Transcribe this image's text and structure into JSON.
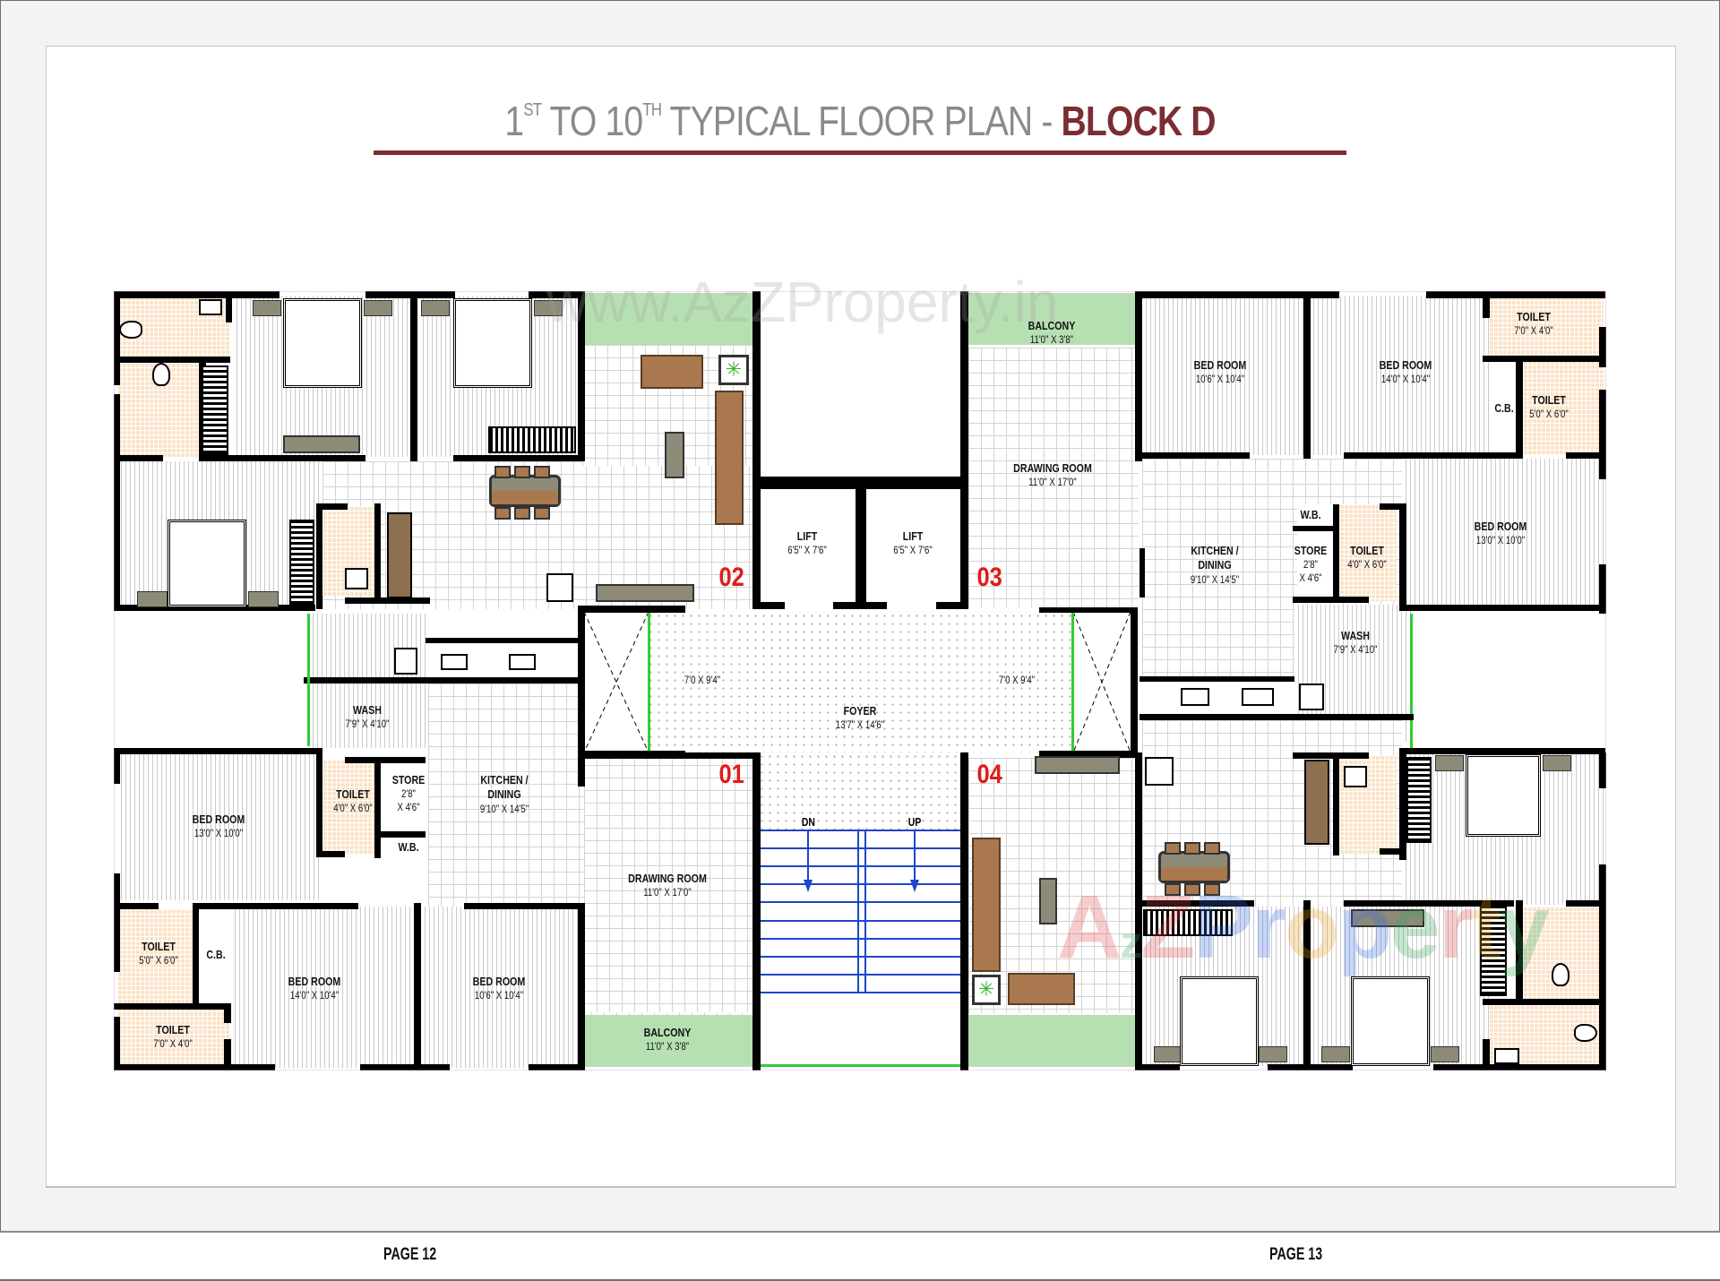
{
  "title": {
    "prefix_num1": "1",
    "sup1": "ST",
    "mid": " TO 10",
    "sup2": "TH",
    "rest": " TYPICAL FLOOR PLAN - ",
    "block": "BLOCK D",
    "accent_color": "#7b2d33"
  },
  "watermark": {
    "top": "www.AzZProperty.in",
    "bottom": "AzZProperty"
  },
  "units": [
    "01",
    "02",
    "03",
    "04"
  ],
  "rooms": {
    "u02_bed_left": {
      "name": "",
      "dim": ""
    },
    "u01_bed1": {
      "name": "BED ROOM",
      "dim": "13'0\" X 10'0\""
    },
    "u01_toilet_a": {
      "name": "TOILET",
      "dim": "4'0\" X 6'0\""
    },
    "u01_store": {
      "name": "STORE",
      "dim1": "2'8\"",
      "dim2": "X 4'6\""
    },
    "u01_wb": {
      "name": "W.B."
    },
    "u01_kitchen": {
      "name1": "KITCHEN /",
      "name2": "DINING",
      "dim": "9'10\" X 14'5\""
    },
    "u01_wash": {
      "name": "WASH",
      "dim": "7'9\" X 4'10\""
    },
    "u01_drawing": {
      "name": "DRAWING ROOM",
      "dim": "11'0\" X 17'0\""
    },
    "u01_balcony": {
      "name": "BALCONY",
      "dim": "11'0\" X 3'8\""
    },
    "u01_toilet_b": {
      "name": "TOILET",
      "dim": "5'0\" X 6'0\""
    },
    "u01_cb": {
      "name": "C.B."
    },
    "u01_toilet_c": {
      "name": "TOILET",
      "dim": "7'0\" X 4'0\""
    },
    "u01_bed2": {
      "name": "BED ROOM",
      "dim": "14'0\" X 10'4\""
    },
    "u01_bed3": {
      "name": "BED ROOM",
      "dim": "10'6\" X 10'4\""
    },
    "lift1": {
      "name": "LIFT",
      "dim": "6'5\" X 7'6\""
    },
    "lift2": {
      "name": "LIFT",
      "dim": "6'5\" X 7'6\""
    },
    "foyer": {
      "name": "FOYER",
      "dim": "13'7\" X 14'6\""
    },
    "foyer_left": {
      "dim": "7'0 X 9'4\""
    },
    "foyer_right": {
      "dim": "7'0 X 9'4\""
    },
    "stairs": {
      "dn": "DN",
      "up": "UP"
    },
    "u03_balcony": {
      "name": "BALCONY",
      "dim": "11'0\" X 3'8\""
    },
    "u03_drawing": {
      "name": "DRAWING ROOM",
      "dim": "11'0\" X 17'0\""
    },
    "u03_bed1": {
      "name": "BED ROOM",
      "dim": "10'6\" X 10'4\""
    },
    "u03_bed2": {
      "name": "BED ROOM",
      "dim": "14'0\" X 10'4\""
    },
    "u03_toilet_a": {
      "name": "TOILET",
      "dim": "7'0\" X 4'0\""
    },
    "u03_cb": {
      "name": "C.B."
    },
    "u03_toilet_b": {
      "name": "TOILET",
      "dim": "5'0\" X 6'0\""
    },
    "u03_kitchen": {
      "name1": "KITCHEN /",
      "name2": "DINING",
      "dim": "9'10\" X 14'5\""
    },
    "u03_wb": {
      "name": "W.B."
    },
    "u03_store": {
      "name": "STORE",
      "dim1": "2'8\"",
      "dim2": "X 4'6\""
    },
    "u03_toilet_c": {
      "name": "TOILET",
      "dim": "4'0\" X 6'0\""
    },
    "u03_bed3": {
      "name": "BED ROOM",
      "dim": "13'0\" X 10'0\""
    },
    "u03_wash": {
      "name": "WASH",
      "dim": "7'9\" X 4'10\""
    }
  },
  "footer": {
    "left_page": "PAGE 12",
    "right_page": "PAGE 13"
  },
  "colors": {
    "wall": "#000000",
    "wet_tile": "#fbe3c8",
    "balcony": "#b7e0b2",
    "stair_lines": "#1f45c8",
    "unit_number": "#e01b1b"
  }
}
